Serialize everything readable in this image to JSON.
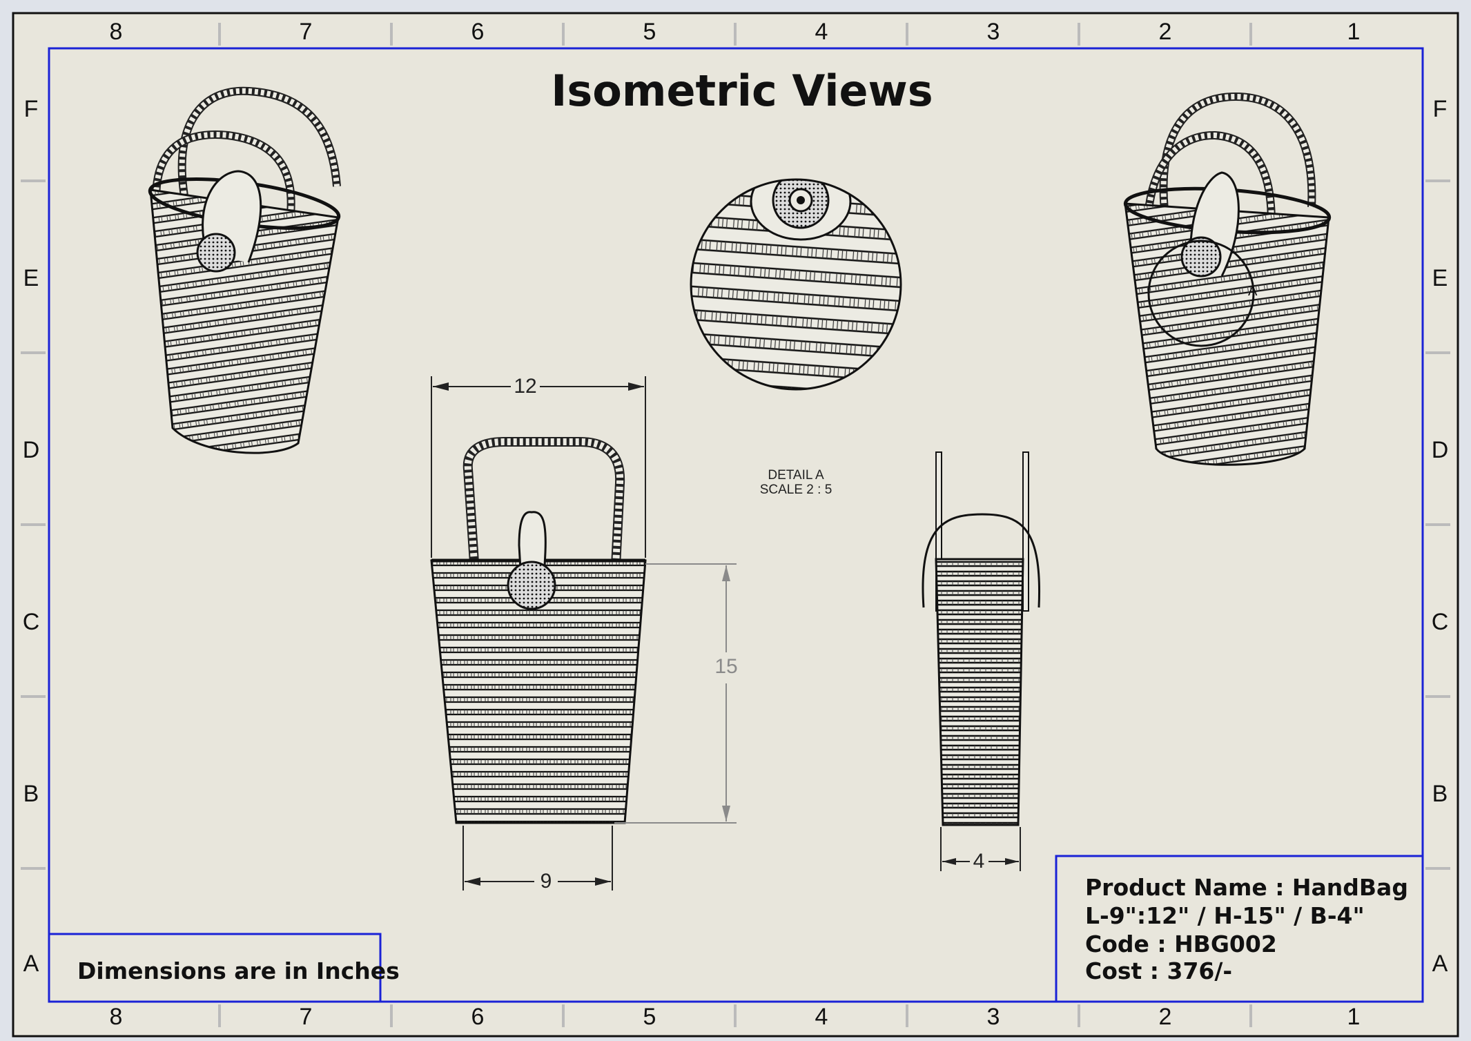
{
  "title": "Isometric Views",
  "column_labels": [
    "8",
    "7",
    "6",
    "5",
    "4",
    "3",
    "2",
    "1"
  ],
  "row_labels": [
    "F",
    "E",
    "D",
    "C",
    "B",
    "A"
  ],
  "detail": {
    "name": "DETAIL A",
    "scale": "SCALE 2 : 5",
    "callout": "A"
  },
  "dimensions": {
    "top_width": "12",
    "bottom_width": "9",
    "height": "15",
    "side_breadth": "4"
  },
  "note": "Dimensions are in Inches",
  "title_block": {
    "product_name": "Product Name : HandBag",
    "size": "L-9\":12\" / H-15\" / B-4\"",
    "code": "Code : HBG002",
    "cost": "Cost : 376/-"
  },
  "colors": {
    "sheet": "#e8e6dc",
    "border": "#1a22d6",
    "line": "#222222",
    "background": "#dfe3ea"
  }
}
